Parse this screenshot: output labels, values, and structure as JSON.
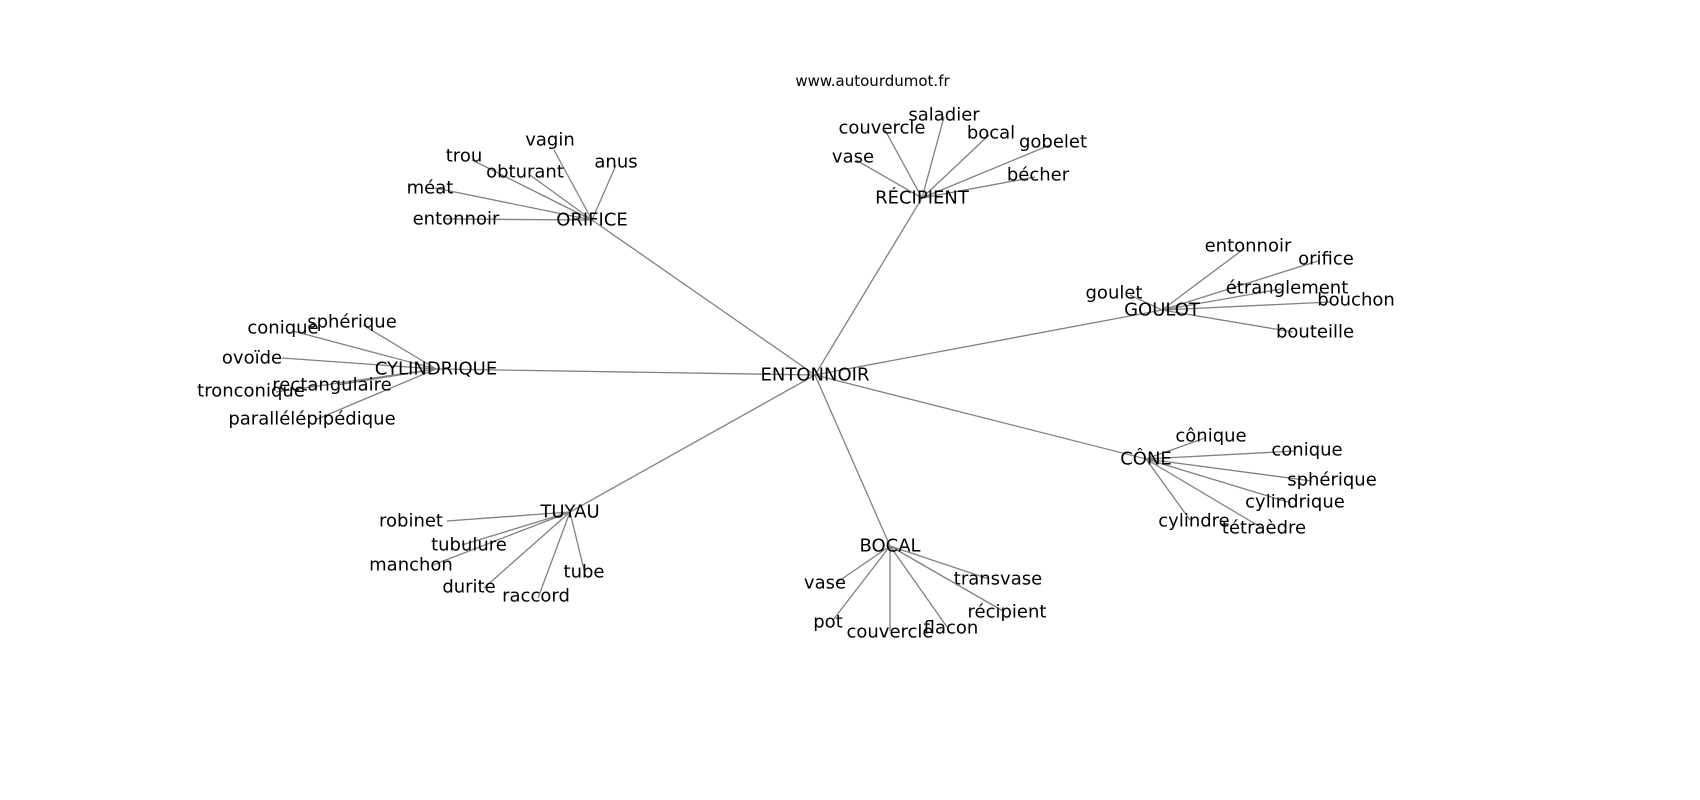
{
  "source_label": "www.autourdumot.fr",
  "colors": {
    "edge": "#808080",
    "text": "#000000",
    "background": "#ffffff"
  },
  "graph": {
    "center": "ENTONNOIR",
    "clusters": [
      {
        "hub": "ORIFICE",
        "leaves": [
          "vagin",
          "trou",
          "obturant",
          "anus",
          "méat",
          "entonnoir"
        ]
      },
      {
        "hub": "RÉCIPIENT",
        "leaves": [
          "couvercle",
          "saladier",
          "bocal",
          "gobelet",
          "vase",
          "bécher"
        ]
      },
      {
        "hub": "GOULOT",
        "leaves": [
          "entonnoir",
          "orifice",
          "goulet",
          "étranglement",
          "bouchon",
          "bouteille"
        ]
      },
      {
        "hub": "CYLINDRIQUE",
        "leaves": [
          "conique",
          "sphérique",
          "ovoïde",
          "tronconique",
          "rectangulaire",
          "parallélépipédique"
        ]
      },
      {
        "hub": "CÔNE",
        "leaves": [
          "cônique",
          "conique",
          "sphérique",
          "cylindrique",
          "cylindre",
          "tétraèdre"
        ]
      },
      {
        "hub": "TUYAU",
        "leaves": [
          "robinet",
          "tubulure",
          "manchon",
          "durite",
          "tube",
          "raccord"
        ]
      },
      {
        "hub": "BOCAL",
        "leaves": [
          "vase",
          "transvase",
          "récipient",
          "pot",
          "couvercle",
          "flacon"
        ]
      }
    ]
  }
}
